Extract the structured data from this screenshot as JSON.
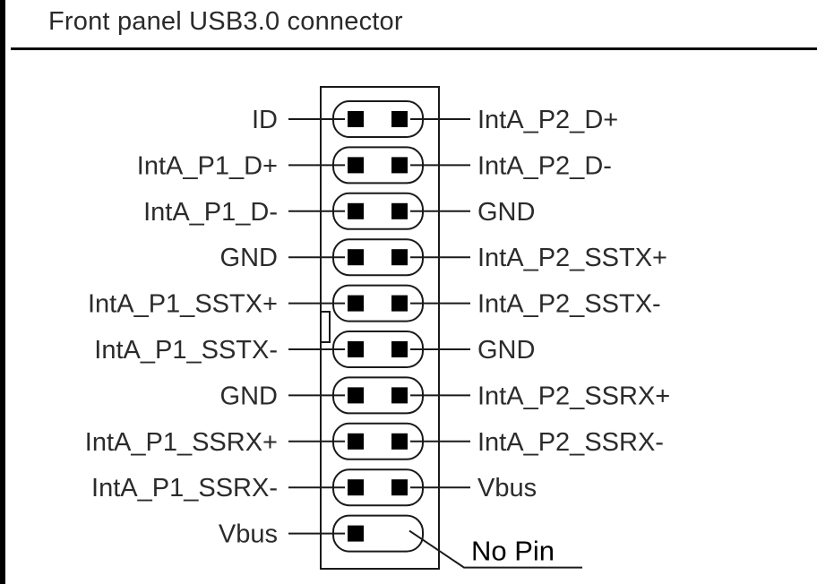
{
  "title": "Front panel USB3.0 connector",
  "left_pins": [
    "ID",
    "IntA_P1_D+",
    "IntA_P1_D-",
    "GND",
    "IntA_P1_SSTX+",
    "IntA_P1_SSTX-",
    "GND",
    "IntA_P1_SSRX+",
    "IntA_P1_SSRX-",
    "Vbus"
  ],
  "right_pins": [
    "IntA_P2_D+",
    "IntA_P2_D-",
    "GND",
    "IntA_P2_SSTX+",
    "IntA_P2_SSTX-",
    "GND",
    "IntA_P2_SSRX+",
    "IntA_P2_SSRX-",
    "Vbus",
    ""
  ],
  "no_pin_label": "No Pin",
  "colors": {
    "line": "#1a1a1a",
    "text": "#2b2b2b",
    "pin": "#000000",
    "background": "#ffffff"
  }
}
